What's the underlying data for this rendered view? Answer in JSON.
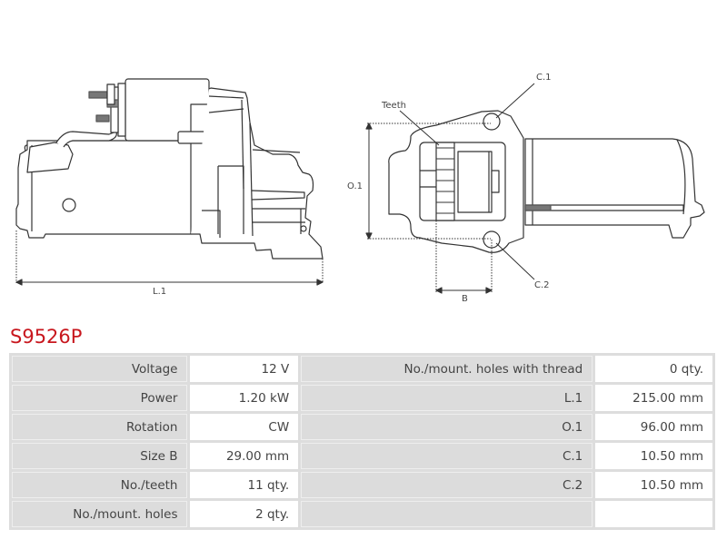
{
  "diagram": {
    "labels": {
      "length": "L.1",
      "offset": "O.1",
      "teeth": "Teeth",
      "hole_top": "C.1",
      "hole_bottom": "C.2",
      "size_b": "B"
    }
  },
  "product": {
    "part_number": "S9526P",
    "title_color": "#c8171e"
  },
  "specs": {
    "rows": [
      {
        "label_left": "Voltage",
        "value_left": "12 V",
        "label_right": "No./mount. holes with thread",
        "value_right": "0 qty."
      },
      {
        "label_left": "Power",
        "value_left": "1.20 kW",
        "label_right": "L.1",
        "value_right": "215.00 mm"
      },
      {
        "label_left": "Rotation",
        "value_left": "CW",
        "label_right": "O.1",
        "value_right": "96.00 mm"
      },
      {
        "label_left": "Size B",
        "value_left": "29.00 mm",
        "label_right": "C.1",
        "value_right": "10.50 mm"
      },
      {
        "label_left": "No./teeth",
        "value_left": "11 qty.",
        "label_right": "C.2",
        "value_right": "10.50 mm"
      },
      {
        "label_left": "No./mount. holes",
        "value_left": "2 qty.",
        "label_right": "",
        "value_right": ""
      }
    ]
  }
}
